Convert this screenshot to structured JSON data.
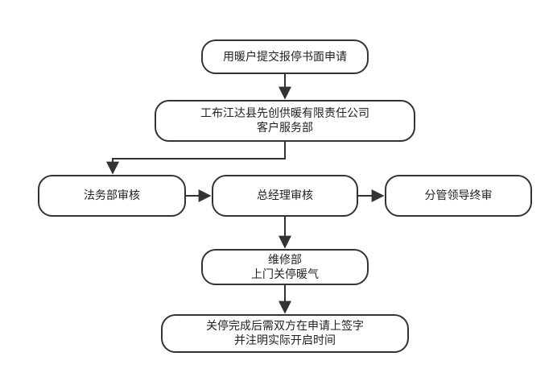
{
  "nodes": {
    "application": {
      "lines": [
        "用暖户提交报停书面申请"
      ]
    },
    "customer_service": {
      "lines": [
        "工布江达县先创供暖有限责任公司",
        "客户服务部"
      ]
    },
    "legal_review": {
      "lines": [
        "法务部审核"
      ]
    },
    "gm_review": {
      "lines": [
        "总经理审核"
      ]
    },
    "final_review": {
      "lines": [
        "分管领导终审"
      ]
    },
    "maintenance": {
      "lines": [
        "维修部",
        "上门关停暖气"
      ]
    },
    "signature": {
      "lines": [
        "关停完成后需双方在申请上签字",
        "并注明实际开启时间"
      ]
    }
  },
  "colors": {
    "stroke": "#333333",
    "text": "#222222",
    "background": "#ffffff"
  }
}
